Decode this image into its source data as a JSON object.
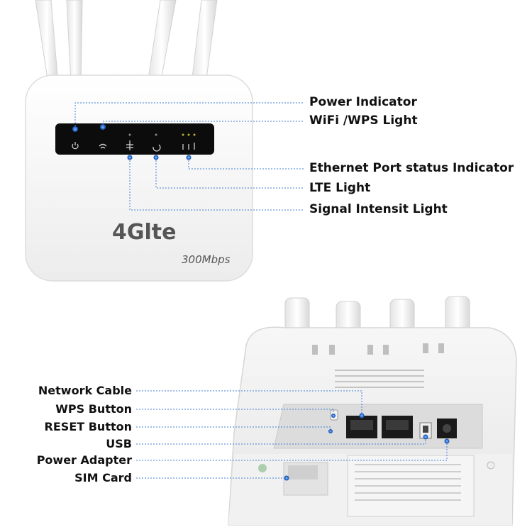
{
  "front_router": {
    "brand_badge": "4Glte",
    "speed_text": "300Mbps"
  },
  "top_callouts": [
    {
      "label": "Power Indicator"
    },
    {
      "label": "WiFi /WPS Light"
    },
    {
      "label": "Ethernet Port status Indicator"
    },
    {
      "label": "LTE Light"
    },
    {
      "label": "Signal Intensit Light"
    }
  ],
  "bottom_callouts": [
    {
      "label": "Network Cable"
    },
    {
      "label": "WPS Button"
    },
    {
      "label": "RESET Button"
    },
    {
      "label": "USB"
    },
    {
      "label": "Power Adapter"
    },
    {
      "label": "SIM Card"
    }
  ],
  "colors": {
    "leader_line": "#3f7fd6",
    "dot": "#2a6fd6",
    "router_body": "#f4f4f4",
    "led_panel": "#0c0c0c"
  }
}
